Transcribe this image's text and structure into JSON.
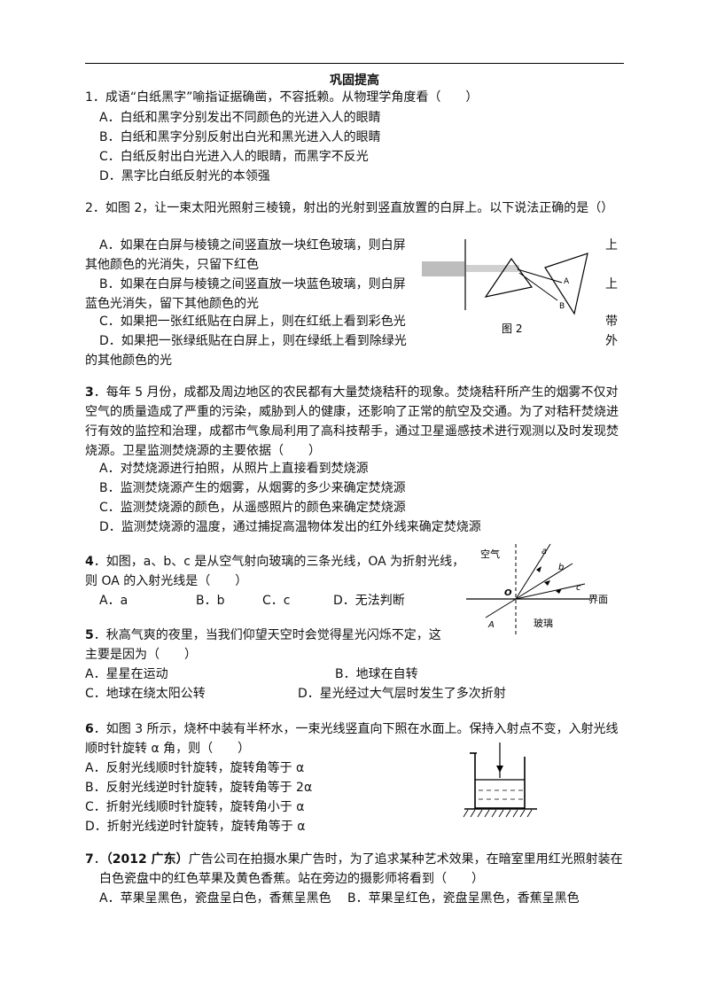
{
  "title": "巩固提高",
  "q1": {
    "stem": "1．成语“白纸黑字”喻指证据确凿，不容抵赖。从物理学角度看（　　）",
    "a": "A．白纸和黑字分别发出不同颜色的光进入人的眼睛",
    "b": "B．白纸和黑字分别反射出白光和黑光进入人的眼睛",
    "c": "C．白纸反射出白光进入人的眼睛，而黑字不反光",
    "d": "D．黑字比白纸反射光的本领强"
  },
  "q2": {
    "stem": "2．如图 2，让一束太阳光照射三棱镜，射出的光射到竖直放置的白屏上。以下说法正确的是（）",
    "a1": "A．如果在白屏与棱镜之间竖直放一块红色玻璃，则白屏",
    "a2": "其他颜色的光消失，只留下红色",
    "b1": "B．如果在白屏与棱镜之间竖直放一块蓝色玻璃，则白屏",
    "b2": "蓝色光消失，留下其他颜色的光",
    "c1": "C．如果把一张红纸贴在白屏上，则在红纸上看到彩色光",
    "d1": "D．如果把一张绿纸贴在白屏上，则在绿纸上看到除绿光",
    "d2": "的其他颜色的光",
    "right_1": "上",
    "right_2": "上",
    "right_3": "带",
    "right_4": "外",
    "fig_caption": "图 2",
    "fig_label_a": "A",
    "fig_label_b": "B"
  },
  "q3": {
    "num": "3",
    "line1": "．每年 5 月份，成都及周边地区的农民都有大量焚烧秸秆的现象。焚烧秸秆所产生的烟雾不仅对",
    "line2": "空气的质量造成了严重的污染，威胁到人的健康，还影响了正常的航空及交通。为了对秸秆焚烧进",
    "line3": "行有效的监控和治理，成都市气象局利用了高科技帮手，通过卫星遥感技术进行观测以及时发现焚",
    "line4": "烧源。卫星监测焚烧源的主要依据（　　）",
    "a": "A．对焚烧源进行拍照，从照片上直接看到焚烧源",
    "b": "B．监测焚烧源产生的烟雾，从烟雾的多少来确定焚烧源",
    "c": "C．监测焚烧源的颜色，从遥感照片的颜色来确定焚烧源",
    "d": "D．监测焚烧源的温度，通过捕捉高温物体发出的红外线来确定焚烧源"
  },
  "q4": {
    "num": "4",
    "line1": "．如图，a、b、c 是从空气射向玻璃的三条光线，OA 为折射光线，",
    "line2": "则 OA 的入射光线是（　　）",
    "a": "A．a",
    "b": "B．b",
    "c": "C．c",
    "d": "D．无法判断",
    "fig_air": "空气",
    "fig_glass": "玻璃",
    "fig_interface": "界面",
    "fig_o": "O",
    "fig_a": "a",
    "fig_b": "b",
    "fig_c": "c",
    "fig_A": "A"
  },
  "q5": {
    "num": "5",
    "line1": "．秋高气爽的夜里，当我们仰望天空时会觉得星光闪烁不定，这",
    "line2": "主要是因为（　　）",
    "a": "A．星星在运动",
    "b": "B．地球在自转",
    "c": "C．地球在绕太阳公转",
    "d": "D．星光经过大气层时发生了多次折射"
  },
  "q6": {
    "num": "6",
    "line1": "．如图 3 所示，烧杯中装有半杯水，一束光线竖直向下照在水面上。保持入射点不变，入射光线",
    "line2": "顺时针旋转 α 角，则（　　）",
    "a": "A．反射光线顺时针旋转，旋转角等于 α",
    "b": "B．反射光线逆时针旋转，旋转角等于 2α",
    "c": "C．折射光线顺时针旋转，旋转角小于 α",
    "d": "D．折射光线逆时针旋转，旋转角等于 α"
  },
  "q7": {
    "num": "7",
    "dot": "．",
    "src": "（2012 广东）",
    "line1": "广告公司在拍摄水果广告时，为了追求某种艺术效果，在暗室里用红光照射装在",
    "line2": "白色瓷盘中的红色苹果及黄色香蕉。站在旁边的摄影师将看到（　　）",
    "a": "A．苹果呈黑色，瓷盘呈白色，香蕉呈黑色",
    "b": "B．苹果呈红色，瓷盘呈黑色，香蕉呈黑色"
  }
}
